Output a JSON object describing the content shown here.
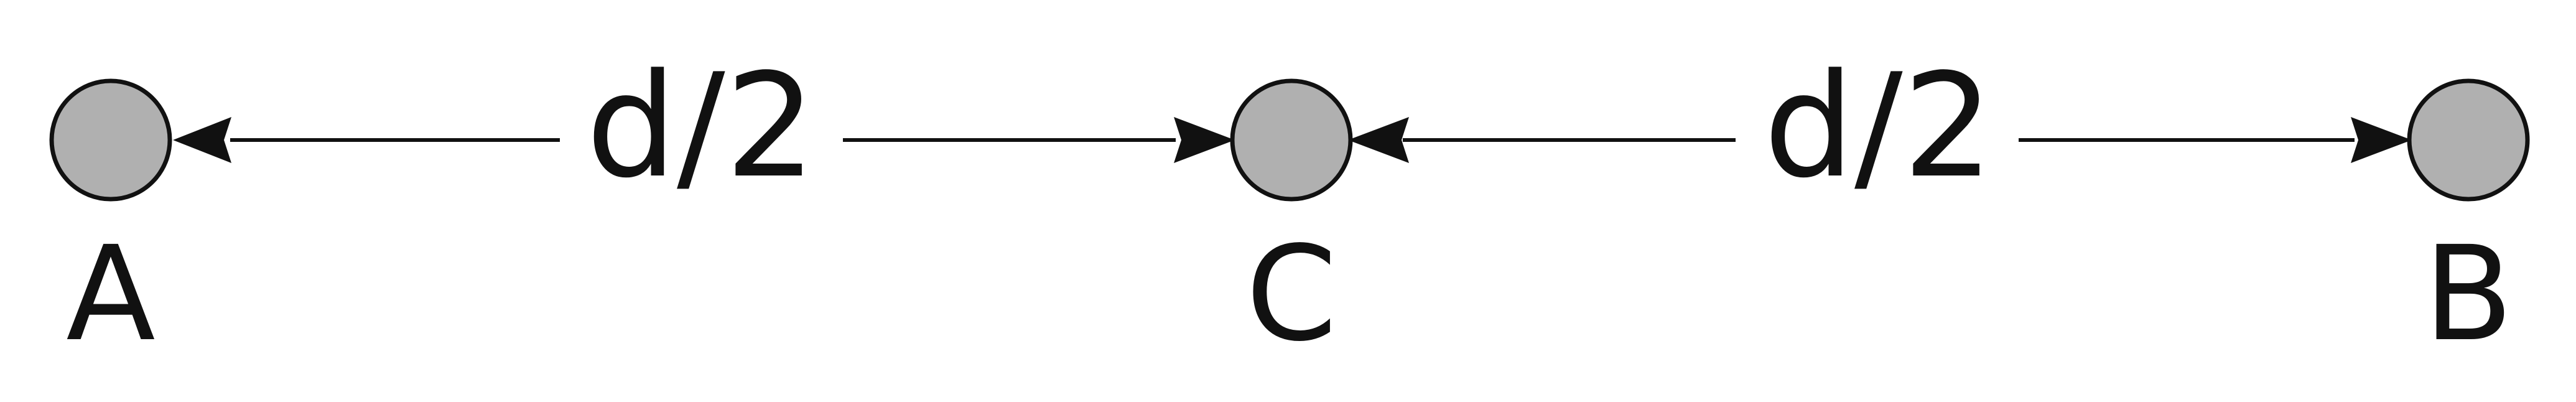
{
  "diagram": {
    "nodes": {
      "A": {
        "label": "A"
      },
      "C": {
        "label": "C"
      },
      "B": {
        "label": "B"
      }
    },
    "distances": {
      "left": "d/2",
      "right": "d/2"
    },
    "colors": {
      "node_fill": "#b0b0b0",
      "stroke": "#111111",
      "background": "#ffffff"
    }
  }
}
